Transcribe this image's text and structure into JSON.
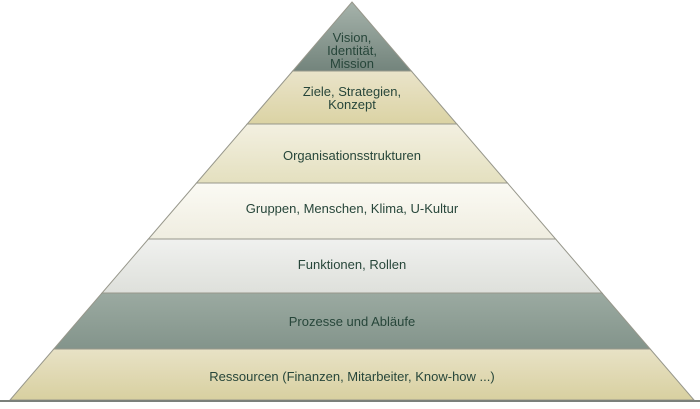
{
  "diagram": {
    "type": "pyramid",
    "background_color": "#ffffff",
    "text_color": "#27463a",
    "border_color": "#97978b",
    "ground_line_color": "#7b807b",
    "layers": [
      {
        "id": "vision-identitaet-mission",
        "lines": [
          "Vision,",
          "Identität,",
          "Mission"
        ],
        "fill_top": "#a6b3ab",
        "fill_bottom": "#73847c"
      },
      {
        "id": "ziele-strategien-konzept",
        "lines": [
          "Ziele, Strategien,",
          "Konzept"
        ],
        "fill_top": "#eae4ca",
        "fill_bottom": "#dbd3a4"
      },
      {
        "id": "organisationsstrukturen",
        "lines": [
          "Organisationsstrukturen"
        ],
        "fill_top": "#f3f0e1",
        "fill_bottom": "#e4e0bf"
      },
      {
        "id": "gruppen-menschen-klima-ukultur",
        "lines": [
          "Gruppen, Menschen, Klima, U-Kultur"
        ],
        "fill_top": "#fbfaf4",
        "fill_bottom": "#efede0"
      },
      {
        "id": "funktionen-rollen",
        "lines": [
          "Funktionen, Rollen"
        ],
        "fill_top": "#f0f1ef",
        "fill_bottom": "#dee0db"
      },
      {
        "id": "prozesse-und-ablaeufe",
        "lines": [
          "Prozesse und Abläufe"
        ],
        "fill_top": "#9baaa1",
        "fill_bottom": "#83948b"
      },
      {
        "id": "ressourcen",
        "lines": [
          "Ressourcen (Finanzen, Mitarbeiter, Know-how ...)"
        ],
        "fill_top": "#e8e2c6",
        "fill_bottom": "#d8d0a0"
      }
    ]
  }
}
